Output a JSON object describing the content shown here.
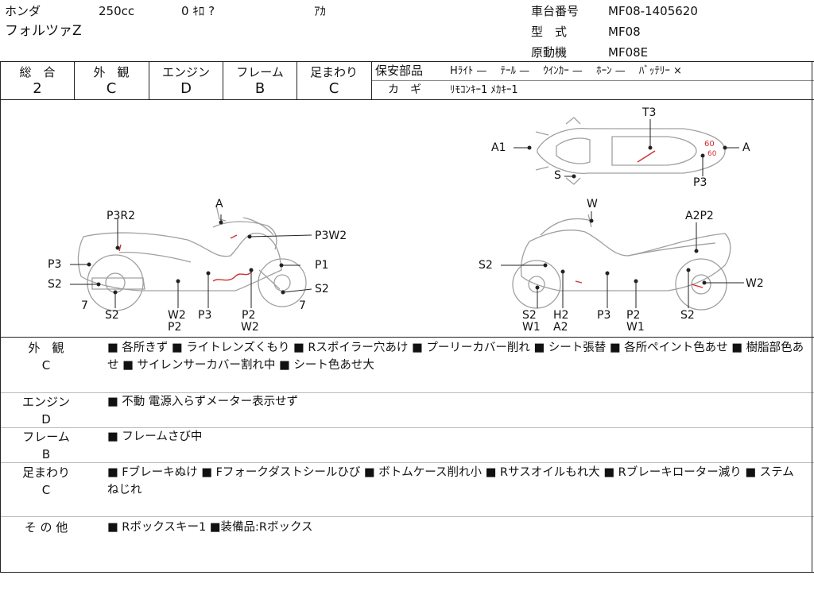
{
  "header": {
    "maker": "ホンダ",
    "displacement": "250cc",
    "mileage": "0 ｷﾛ ?",
    "color": "ｱｶ",
    "model_name": "フォルツァZ",
    "frame_number_label": "車台番号",
    "frame_number": "MF08-1405620",
    "model_type_label": "型　式",
    "model_type": "MF08",
    "engine_label": "原動機",
    "engine_model": "MF08E"
  },
  "grades": [
    {
      "label": "総　合",
      "value": "2"
    },
    {
      "label": "外　観",
      "value": "C"
    },
    {
      "label": "エンジン",
      "value": "D"
    },
    {
      "label": "フレーム",
      "value": "B"
    },
    {
      "label": "足まわり",
      "value": "C"
    }
  ],
  "safety_parts": {
    "label": "保安部品",
    "items": "Hﾗｲﾄ —　 ﾃｰﾙ —　 ｳｲﾝｶｰ —　 ﾎｰﾝ —　 ﾊﾞｯﾃﾘｰ ×",
    "key_label": "カ　ギ",
    "key_value": "ﾘﾓｺﾝｷｰ1 ﾒｶｷｰ1"
  },
  "diagram_labels": {
    "left_view": [
      "P3R2",
      "A",
      "P3W2",
      "P3",
      "P1",
      "S2",
      "S2",
      "7",
      "7",
      "S2",
      "W2",
      "P2",
      "P3",
      "P2",
      "W2"
    ],
    "right_view": [
      "W",
      "A2P2",
      "S2",
      "W2",
      "S2",
      "W1",
      "H2",
      "A2",
      "P3",
      "P2",
      "W1",
      "S2"
    ],
    "top_view": [
      "T3",
      "A1",
      "A",
      "S",
      "P3",
      "60",
      "60"
    ]
  },
  "notes": [
    {
      "category": "外　観",
      "grade": "C",
      "text": "■ 各所きず ■ ライトレンズくもり ■ Rスポイラー穴あけ ■ プーリーカバー削れ ■ シート張替 ■ 各所ペイント色あせ ■ 樹脂部色あせ ■ サイレンサーカバー割れ中 ■ シート色あせ大"
    },
    {
      "category": "エンジン",
      "grade": "D",
      "text": "■ 不動 電源入らずメーター表示せず"
    },
    {
      "category": "フレーム",
      "grade": "B",
      "text": "■ フレームさび中"
    },
    {
      "category": "足まわり",
      "grade": "C",
      "text": "■ Fブレーキぬけ ■ Fフォークダストシールひび ■ ボトムケース削れ小 ■ Rサスオイルもれ大 ■ Rブレーキローター減り ■ ステムねじれ"
    },
    {
      "category": "そ の 他",
      "grade": "",
      "text": "■ Rボックスキー1 ■装備品:Rボックス"
    }
  ]
}
